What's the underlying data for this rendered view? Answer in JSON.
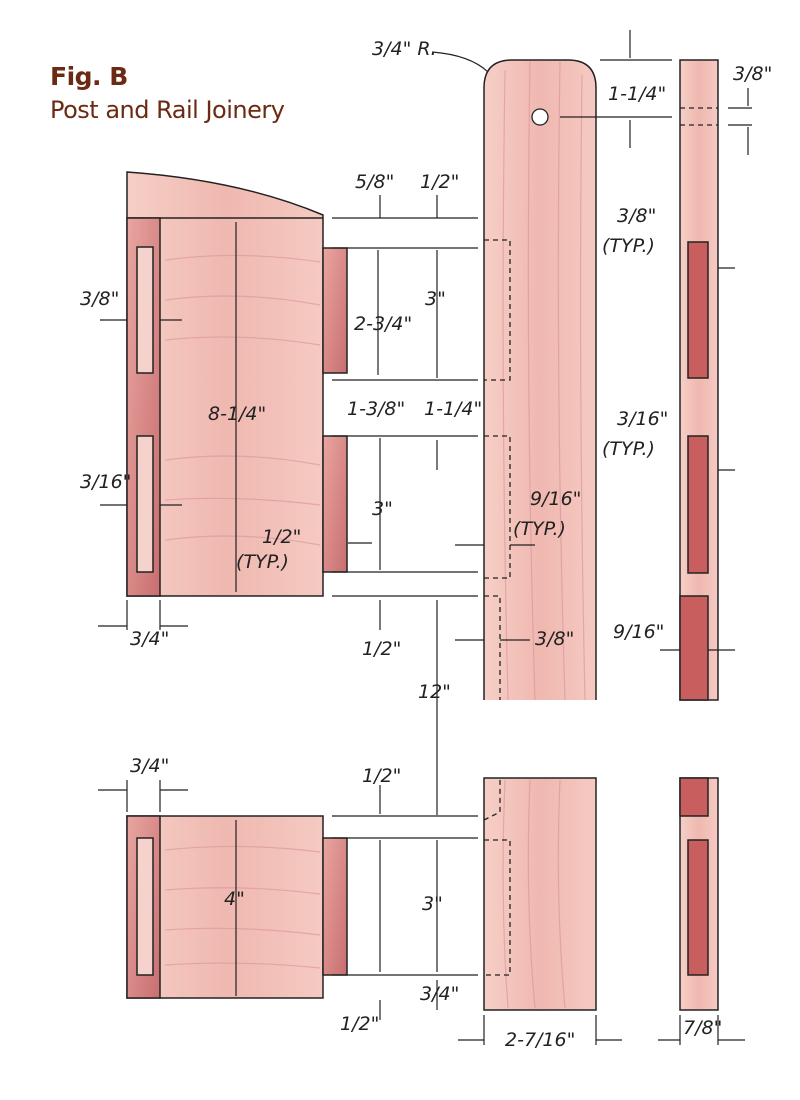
{
  "figure": {
    "label": "Fig. B",
    "title": "Post and Rail Joinery",
    "colors": {
      "wood": "#f2c0b8",
      "end_grain": "#d98a88",
      "mortise": "#c85e5e",
      "title": "#6b2a12"
    }
  },
  "dimensions": {
    "top_radius": "3/4\" R.",
    "hole_from_top": "1-1/4\"",
    "side_hole_dia": "3/8\"",
    "top_offset_a": "5/8\"",
    "top_offset_b": "1/2\"",
    "tenon_thickness": "3/8\"",
    "rail_height_top": "8-1/4\"",
    "tenon_length_top": "2-3/4\"",
    "mortise_length_top": "3\"",
    "side_mortise_width": "3/8\"",
    "side_mortise_typ": "(TYP.)",
    "gap_a": "1-3/8\"",
    "gap_b": "1-1/4\"",
    "tenon_shoulder": "3/16\"",
    "mortise_length_mid": "3\"",
    "mortise_depth": "9/16\"",
    "mortise_depth_typ": "(TYP.)",
    "side_shoulder": "3/16\"",
    "side_shoulder_typ": "(TYP.)",
    "tenon_length_mid": "1/2\"",
    "tenon_length_mid_typ": "(TYP.)",
    "rail_thickness_top": "3/4\"",
    "gap_c": "1/2\"",
    "groove_depth": "3/8\"",
    "groove_width": "9/16\"",
    "spacing": "12\"",
    "rail_thickness_bottom": "3/4\"",
    "gap_d": "1/2\"",
    "rail_height_bottom": "4\"",
    "mortise_length_bottom": "3\"",
    "bottom_gap_a": "3/4\"",
    "bottom_gap_b": "1/2\"",
    "post_width": "2-7/16\"",
    "post_thickness": "7/8\""
  }
}
